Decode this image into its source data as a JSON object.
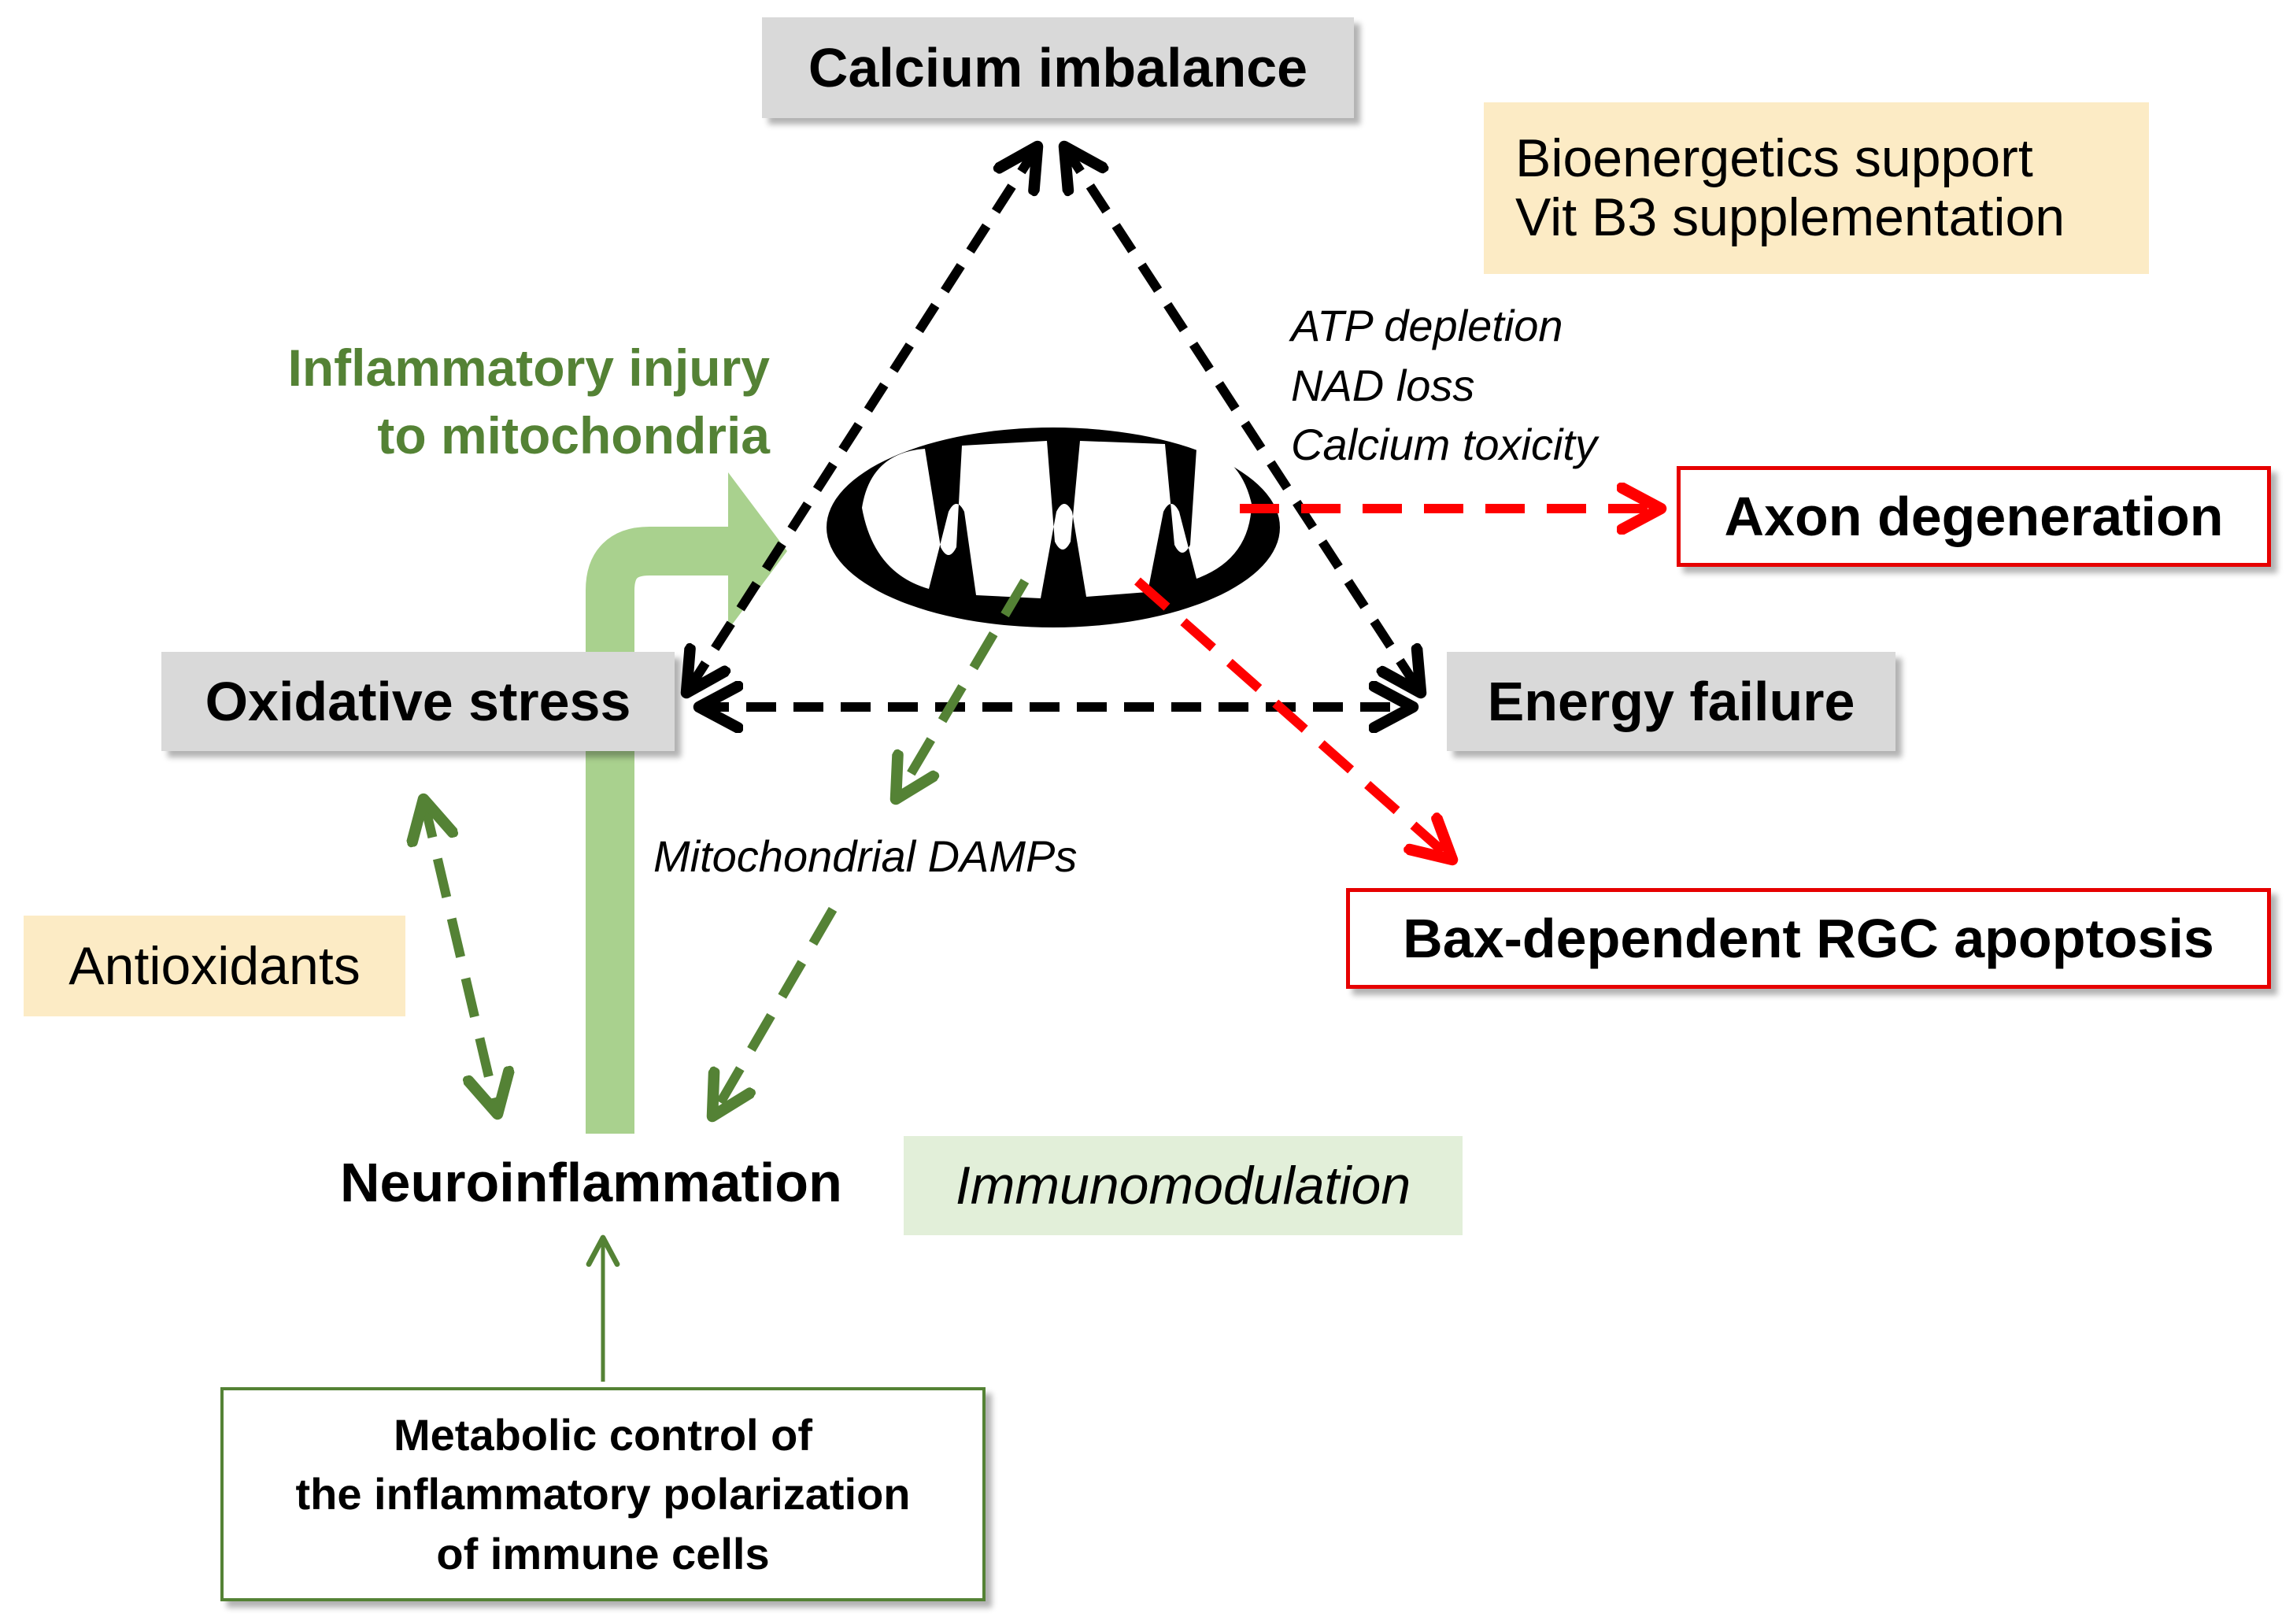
{
  "nodes": {
    "calcium": "Calcium imbalance",
    "oxidative": "Oxidative stress",
    "energy": "Energy failure",
    "neuroinflammation": "Neuroinflammation"
  },
  "interventions": {
    "bioenergetics_line1": "Bioenergetics support",
    "bioenergetics_line2": "Vit B3 supplementation",
    "antioxidants": "Antioxidants",
    "immunomodulation": "Immunomodulation"
  },
  "outcomes": {
    "axon": "Axon degeneration",
    "apoptosis": "Bax-dependent RGC apoptosis"
  },
  "labels": {
    "inflammatory_line1": "Inflammatory injury",
    "inflammatory_line2": "to mitochondria",
    "atp": "ATP depletion",
    "nad": "NAD loss",
    "calcium_toxicity": "Calcium toxicity",
    "damps": "Mitochondrial DAMPs"
  },
  "metabolic": {
    "line1": "Metabolic control of",
    "line2": "the inflammatory polarization",
    "line3": "of immune cells"
  },
  "colors": {
    "black_arrows": "#000000",
    "red_arrows": "#ff0000",
    "green_arrows": "#548235",
    "light_green_arrow": "#a9d18e",
    "grey_box": "#d9d9d9",
    "tan_box": "#fcebc5",
    "green_box_bg": "#e2efd9"
  }
}
